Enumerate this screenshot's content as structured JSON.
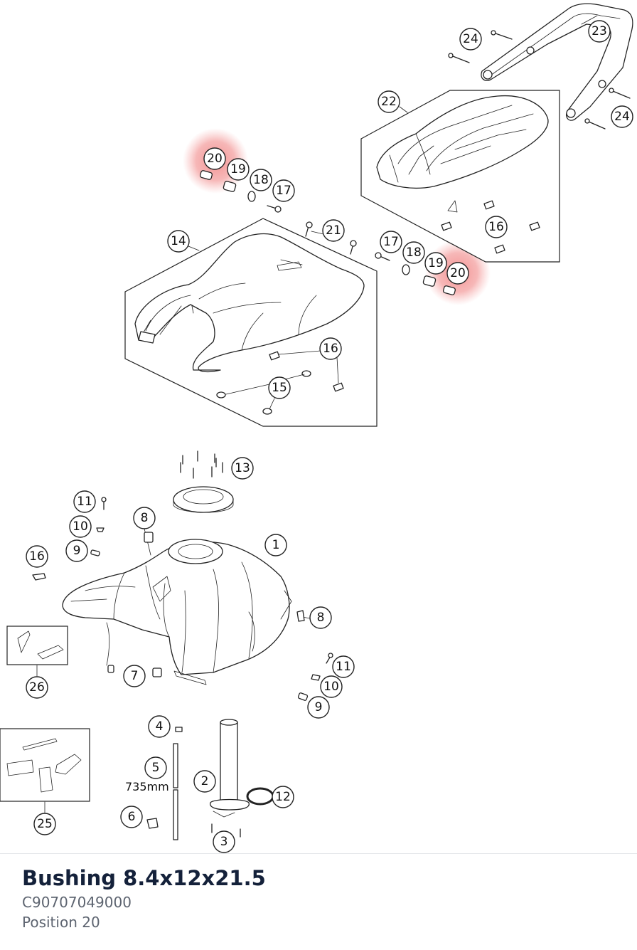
{
  "part": {
    "name": "Bushing 8.4x12x21.5",
    "number": "C90707049000",
    "position": "Position 20"
  },
  "diagram": {
    "highlight_color": "#f28b8b",
    "length_label": "735mm",
    "callouts": {
      "c24a": "24",
      "c23": "23",
      "c22": "22",
      "c24b": "24",
      "c20a": "20",
      "c19a": "19",
      "c18a": "18",
      "c17a": "17",
      "c21": "21",
      "c14": "14",
      "c17b": "17",
      "c18b": "18",
      "c19b": "19",
      "c20b": "20",
      "c16a": "16",
      "c16b": "16",
      "c15": "15",
      "c13": "13",
      "c11a": "11",
      "c10a": "10",
      "c8a": "8",
      "c9a": "9",
      "c1": "1",
      "c16c": "16",
      "c8b": "8",
      "c7": "7",
      "c26": "26",
      "c11b": "11",
      "c10b": "10",
      "c9b": "9",
      "c4": "4",
      "c5": "5",
      "c2": "2",
      "c12": "12",
      "c6": "6",
      "c3": "3",
      "c25": "25"
    }
  }
}
